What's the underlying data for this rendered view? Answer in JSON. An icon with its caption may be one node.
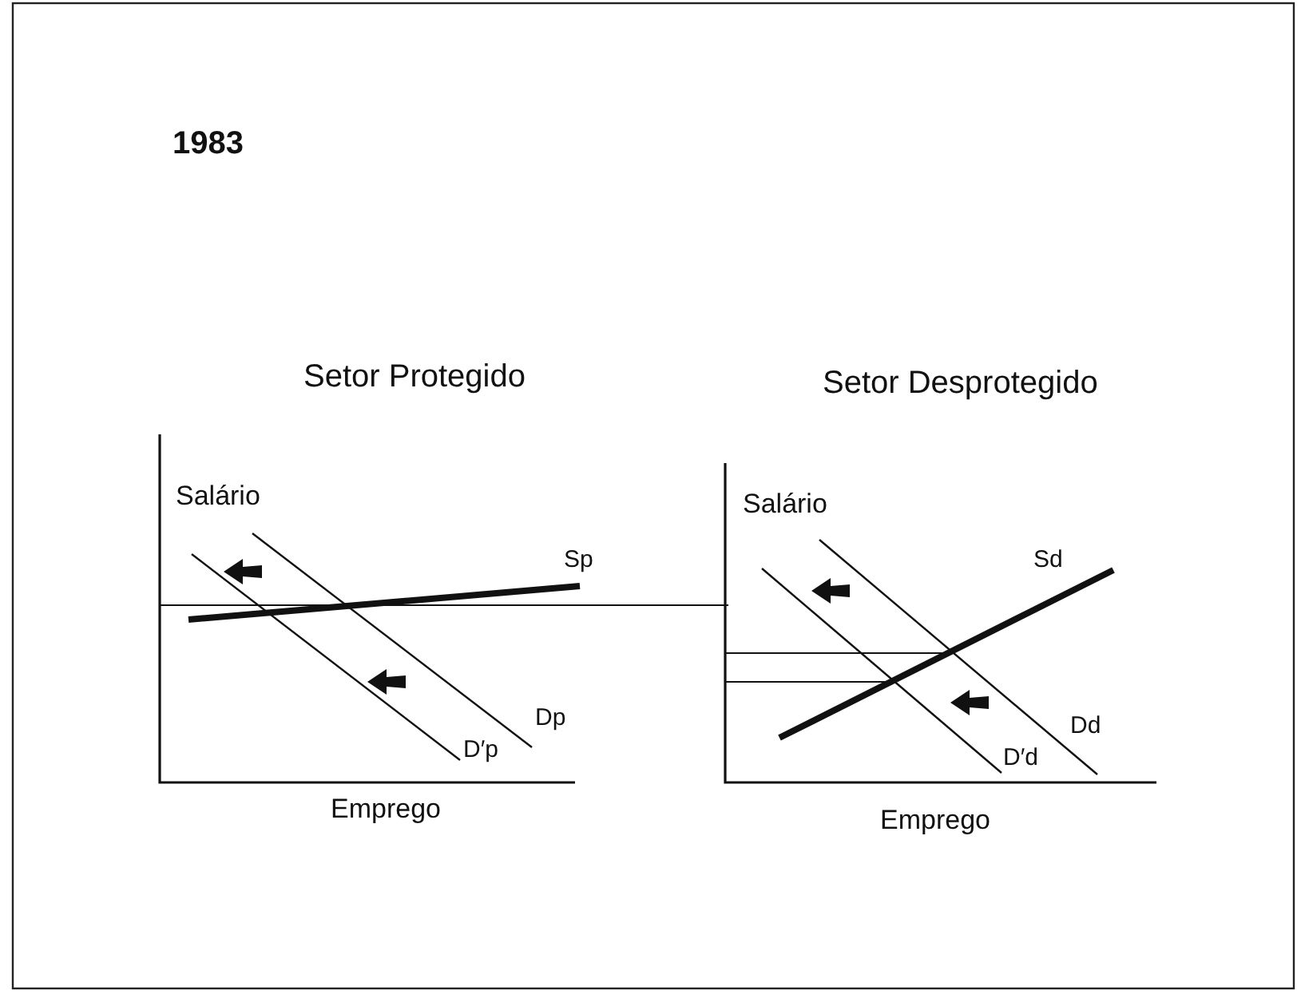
{
  "diagram": {
    "title": "1983",
    "labels": [
      "Setor Protegido",
      "Setor Desprotegido",
      "Salário",
      "Sp",
      "Dp",
      "D′p",
      "Emprego",
      "Salário",
      "Sd",
      "Dd",
      "D′d",
      "Emprego"
    ]
  }
}
